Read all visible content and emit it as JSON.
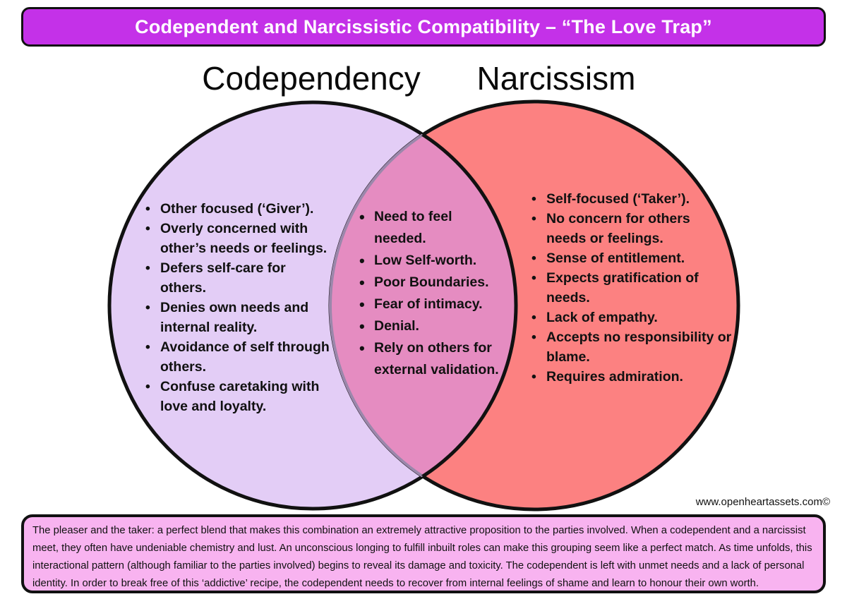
{
  "header": {
    "title": "Codependent and Narcissistic Compatibility – “The Love Trap”"
  },
  "diagram": {
    "left": {
      "heading": "Codependency",
      "items": [
        "Other focused (‘Giver’).",
        "Overly concerned with\nother’s needs or feelings.",
        "Defers self-care for\nothers.",
        "Denies own needs and\ninternal reality.",
        "Avoidance of self through\nothers.",
        "Confuse caretaking with\nlove and loyalty."
      ]
    },
    "overlap": {
      "items": [
        "Need to feel\nneeded.",
        "Low Self-worth.",
        "Poor Boundaries.",
        "Fear of intimacy.",
        "Denial.",
        "Rely on others for\nexternal validation."
      ]
    },
    "right": {
      "heading": "Narcissism",
      "items": [
        "Self-focused (‘Taker’).",
        "No concern for others\nneeds or feelings.",
        "Sense of entitlement.",
        "Expects gratification of\nneeds.",
        "Lack of empathy.",
        "Accepts no responsibility or\nblame.",
        "Requires admiration."
      ]
    }
  },
  "watermark": "www.openheartassets.com©",
  "footer": {
    "text": "The pleaser and the taker: a perfect blend that makes this combination an extremely attractive proposition to the parties involved. When a codependent and a narcissist meet, they often have undeniable chemistry and lust. An unconscious longing to fulfill inbuilt roles can make this grouping seem like a perfect match. As time unfolds, this interactional pattern (although familiar to the parties involved) begins to reveal its damage and toxicity. The codependent is left with unmet needs and a lack of personal identity. In order to break free of this ‘addictive’ recipe, the codependent needs to recover from internal feelings of shame and learn to honour their own worth."
  },
  "colors": {
    "title_bar": "#c431e8",
    "title_text": "#ffffff",
    "left_circle": "#e3cdf6",
    "right_circle": "#fc8181",
    "overlap": "#e58cc1",
    "outline": "#111111",
    "overlap_left_arc": "#9b87ab",
    "footer_box": "#f8b3f0"
  }
}
